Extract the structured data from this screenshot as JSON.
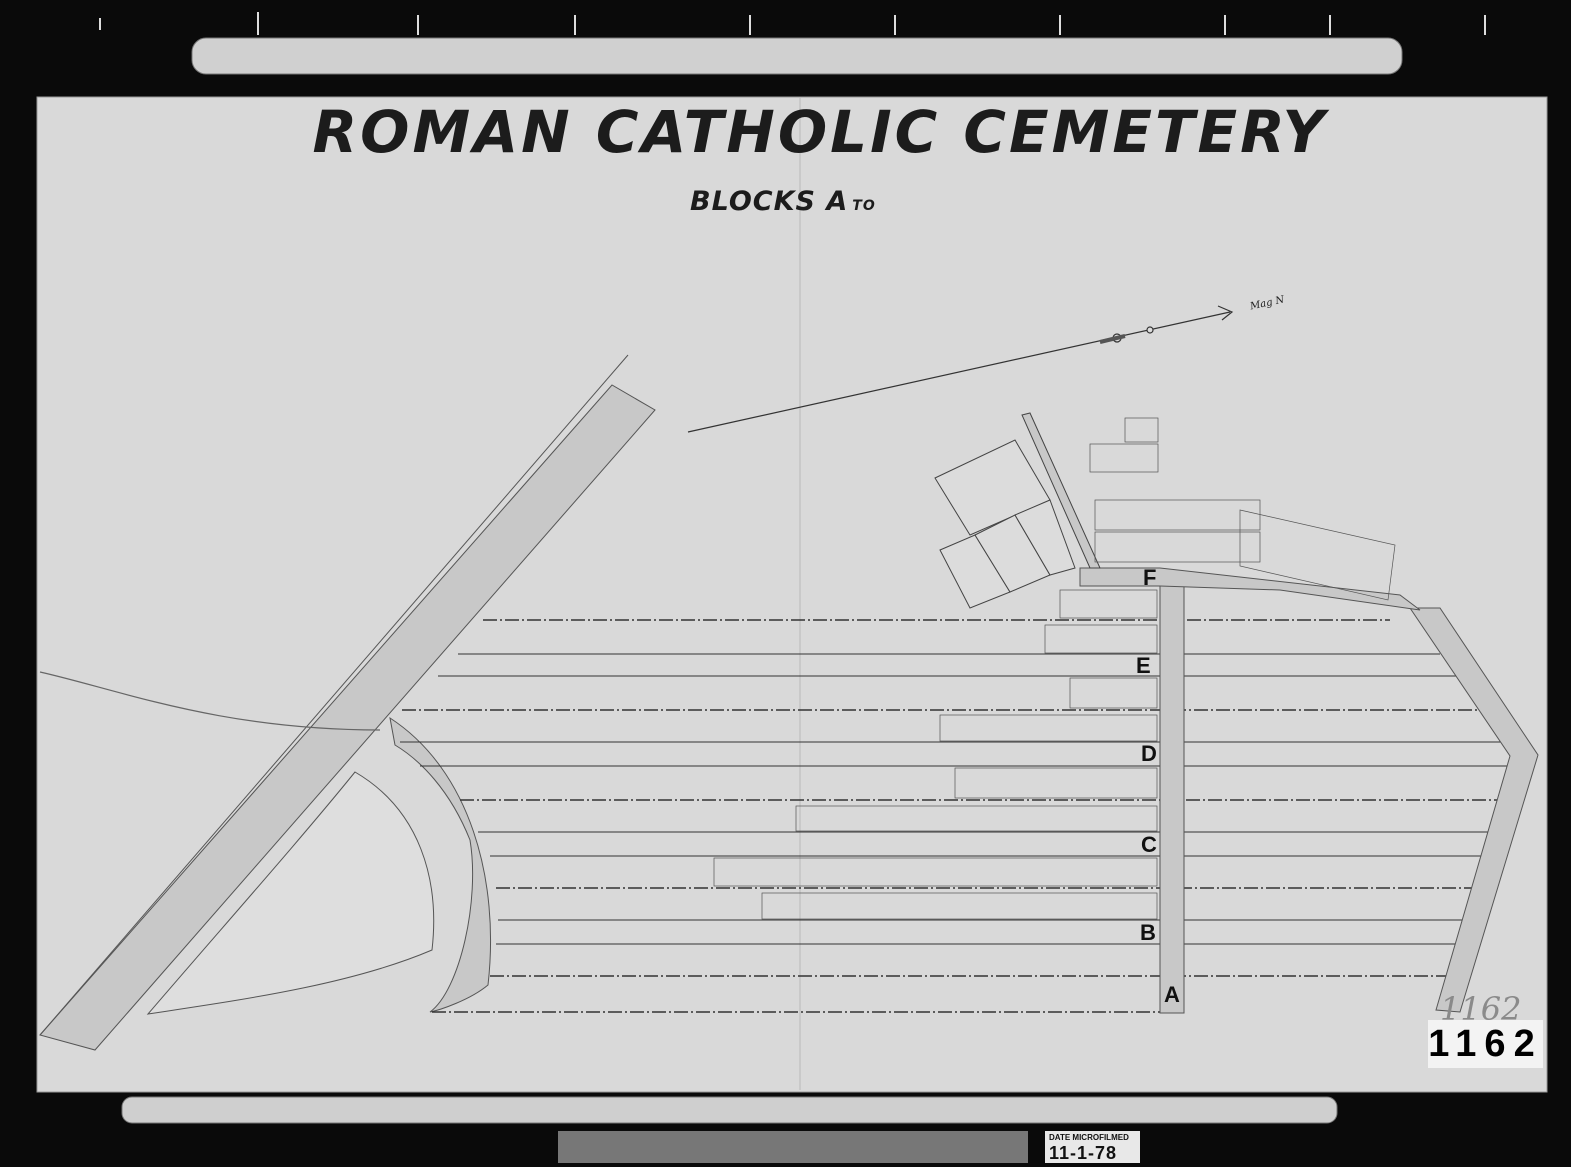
{
  "map": {
    "title": "ROMAN CATHOLIC CEMETERY",
    "subtitle": "BLOCKS A",
    "subtitle_suffix": "TO",
    "north_arrow_label": "Mag N",
    "block_labels": [
      "A",
      "B",
      "C",
      "D",
      "E",
      "F"
    ],
    "sheet_number": "1162",
    "handwritten_number": "1162",
    "microfilm_stamp": {
      "label": "DATE MICROFILMED",
      "date": "11-1-78"
    }
  },
  "colors": {
    "background": "#0a0a0a",
    "paper": "#d9d9d9",
    "ink": "#1c1c1c",
    "road": "#c6c6c6"
  }
}
